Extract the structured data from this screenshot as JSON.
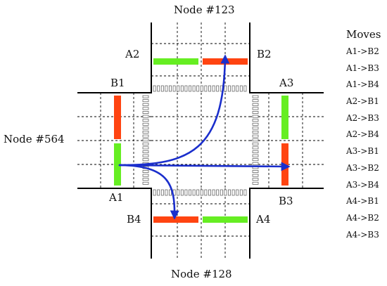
{
  "nodes": {
    "north": "Node #123",
    "west": "Node #564",
    "south": "Node #128"
  },
  "approaches": {
    "a1": "A1",
    "a2": "A2",
    "a3": "A3",
    "a4": "A4",
    "b1": "B1",
    "b2": "B2",
    "b3": "B3",
    "b4": "B4"
  },
  "moves": {
    "title": "Moves",
    "items": [
      "A1->B2",
      "A1->B3",
      "A1->B4",
      "A2->B1",
      "A2->B3",
      "A2->B4",
      "A3->B1",
      "A3->B2",
      "A3->B4",
      "A4->B1",
      "A4->B2",
      "A4->B3"
    ]
  },
  "colors": {
    "green_signal": "#66ee22",
    "red_signal": "#ff4411",
    "arrow": "#1a2ecc",
    "road_edge": "#000000"
  },
  "icons": {
    "crosswalk": "crosswalk-stripes-icon",
    "arrow": "arrowhead-icon"
  }
}
